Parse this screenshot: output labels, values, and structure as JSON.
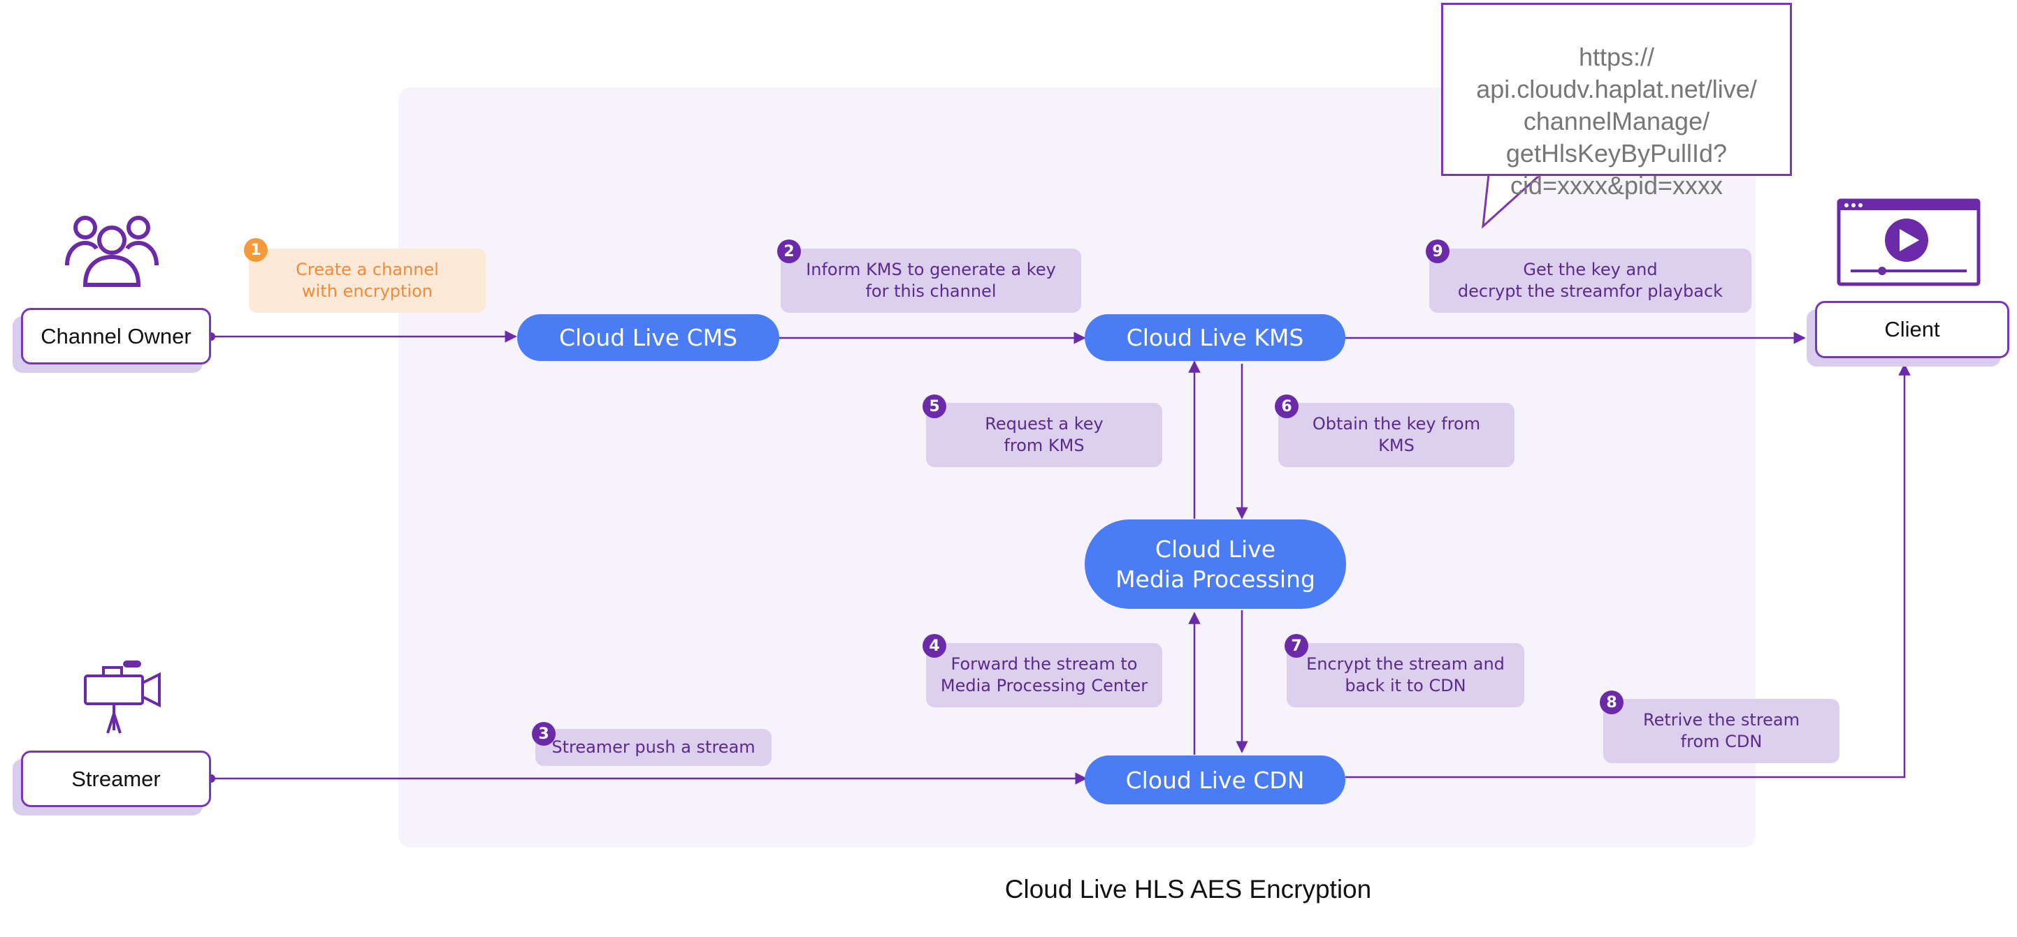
{
  "colors": {
    "arrow": "#6b2ba8",
    "service": "#4a7cf6",
    "step_tag": "#dcd0ee",
    "step_tag_text": "#5a2a8c",
    "first_step_tag": "#fde9d7",
    "first_step_text": "#f28a3a",
    "region": "#f6f3fb"
  },
  "actors": {
    "channel_owner": "Channel Owner",
    "streamer": "Streamer",
    "client": "Client"
  },
  "services": {
    "cms": "Cloud Live CMS",
    "kms": "Cloud Live KMS",
    "media": "Cloud Live\nMedia Processing",
    "cdn": "Cloud Live CDN"
  },
  "steps": [
    {
      "n": "1",
      "text": "Create a channel\nwith encryption"
    },
    {
      "n": "2",
      "text": "Inform KMS to generate a key\nfor this channel"
    },
    {
      "n": "3",
      "text": "Streamer push a stream"
    },
    {
      "n": "4",
      "text": "Forward the stream to\nMedia Processing Center"
    },
    {
      "n": "5",
      "text": "Request a key\nfrom KMS"
    },
    {
      "n": "6",
      "text": "Obtain the key from\nKMS"
    },
    {
      "n": "7",
      "text": "Encrypt the stream and\nback it to CDN"
    },
    {
      "n": "8",
      "text": "Retrive the stream\nfrom CDN"
    },
    {
      "n": "9",
      "text": "Get the key and\ndecrypt the streamfor playback"
    }
  ],
  "callout": "https://\napi.cloudv.haplat.net/live/\nchannelManage/\ngetHlsKeyByPullId?\ncid=xxxx&pid=xxxx",
  "caption": "Cloud Live HLS AES Encryption",
  "icons": [
    "users-icon",
    "video-player-icon",
    "camera-icon"
  ]
}
